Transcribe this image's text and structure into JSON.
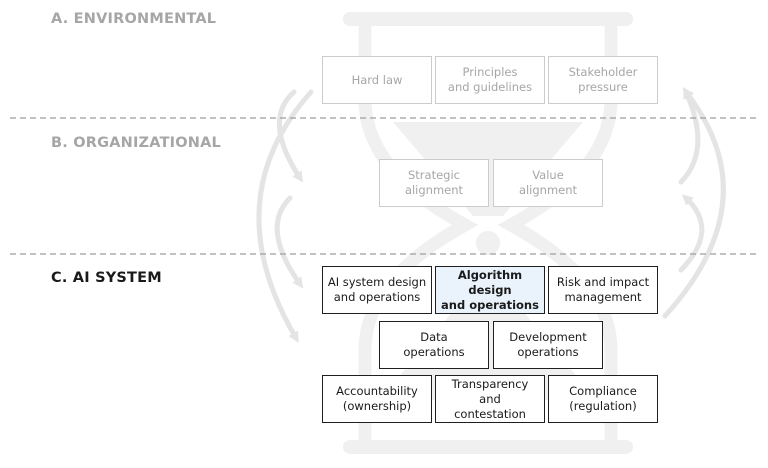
{
  "colors": {
    "faded_text": "#a6a6a6",
    "faded_border": "#cccccc",
    "dark_text": "#1a1a1a",
    "highlight_fill": "#eaf3fb",
    "hourglass": "#f0f0f0",
    "arrows": "#e4e4e4",
    "divider": "#9e9e9e"
  },
  "layers": [
    {
      "title": "A. ENVIRONMENTAL",
      "style": "faded",
      "boxes": [
        {
          "label": "Hard law"
        },
        {
          "label": "Principles\nand guidelines"
        },
        {
          "label": "Stakeholder\npressure"
        }
      ]
    },
    {
      "title": "B. ORGANIZATIONAL",
      "style": "faded",
      "boxes": [
        {
          "label": "Strategic\nalignment"
        },
        {
          "label": "Value\nalignment"
        }
      ]
    },
    {
      "title": "C. AI SYSTEM",
      "style": "strong",
      "boxes": [
        {
          "label": "AI system design\nand operations"
        },
        {
          "label": "Algorithm design\nand operations",
          "highlight": true
        },
        {
          "label": "Risk and impact\nmanagement"
        },
        {
          "label": "Data\noperations"
        },
        {
          "label": "Development\noperations"
        },
        {
          "label": "Accountability\n(ownership)"
        },
        {
          "label": "Transparency and\ncontestation"
        },
        {
          "label": "Compliance\n(regulation)"
        }
      ]
    }
  ]
}
